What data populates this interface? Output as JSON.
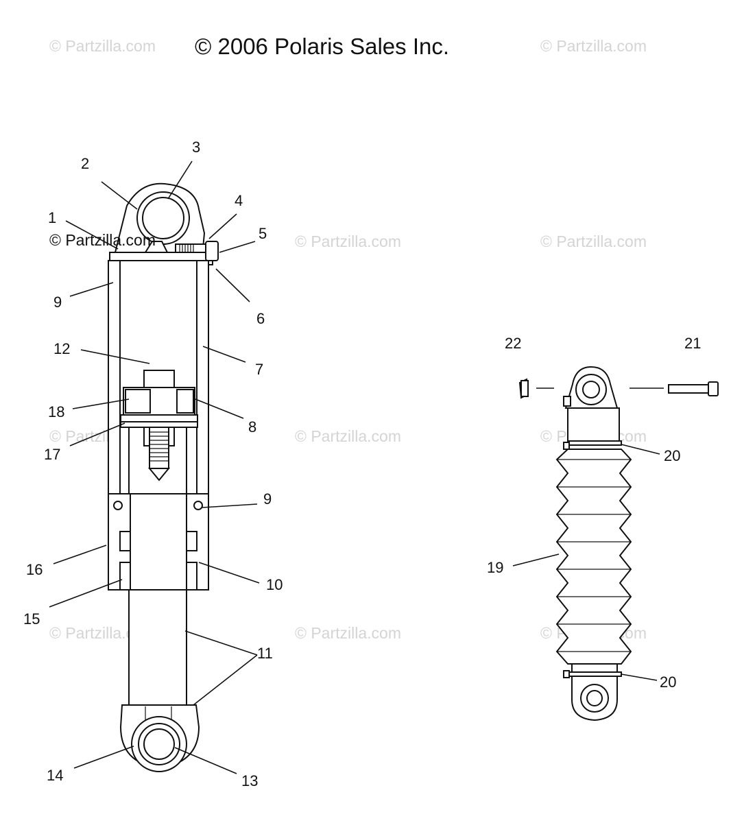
{
  "header": {
    "copyright": "© 2006 Polaris Sales Inc."
  },
  "watermark": {
    "text": "© Partzilla.com"
  },
  "callouts": {
    "c1": "1",
    "c2": "2",
    "c3": "3",
    "c4": "4",
    "c5": "5",
    "c6": "6",
    "c7": "7",
    "c8": "8",
    "c9a": "9",
    "c9b": "9",
    "c10": "10",
    "c11": "11",
    "c12": "12",
    "c13": "13",
    "c14": "14",
    "c15": "15",
    "c16": "16",
    "c17": "17",
    "c18": "18",
    "c19": "19",
    "c20a": "20",
    "c20b": "20",
    "c21": "21",
    "c22": "22"
  }
}
